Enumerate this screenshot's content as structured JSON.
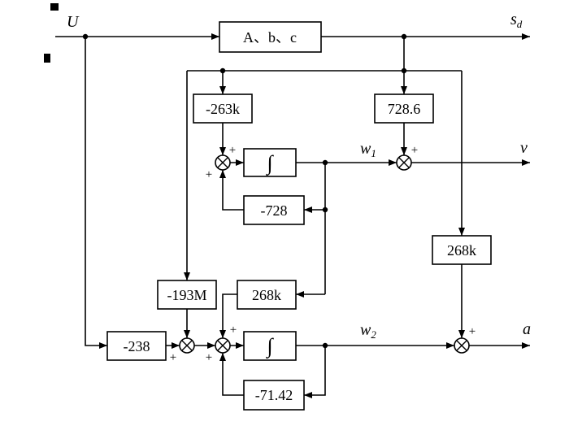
{
  "figure": {
    "signals": {
      "input_u": "U",
      "sd_base": "s",
      "sd_sub": "d",
      "w1_base": "w",
      "w1_sub": "1",
      "w2_base": "w",
      "w2_sub": "2",
      "output_v": "v",
      "output_a": "a"
    },
    "blocks": {
      "plant": "A、b、c",
      "gain_top_left": "-263k",
      "gain_top_right": "728.6",
      "integrator_1": "∫",
      "feedback_1": "-728",
      "gain_mid_left": "-193M",
      "gain_mid_center": "268k",
      "gain_right": "268k",
      "gain_input": "-238",
      "integrator_2": "∫",
      "feedback_2": "-71.42"
    },
    "operators": {
      "plus": "+"
    }
  }
}
